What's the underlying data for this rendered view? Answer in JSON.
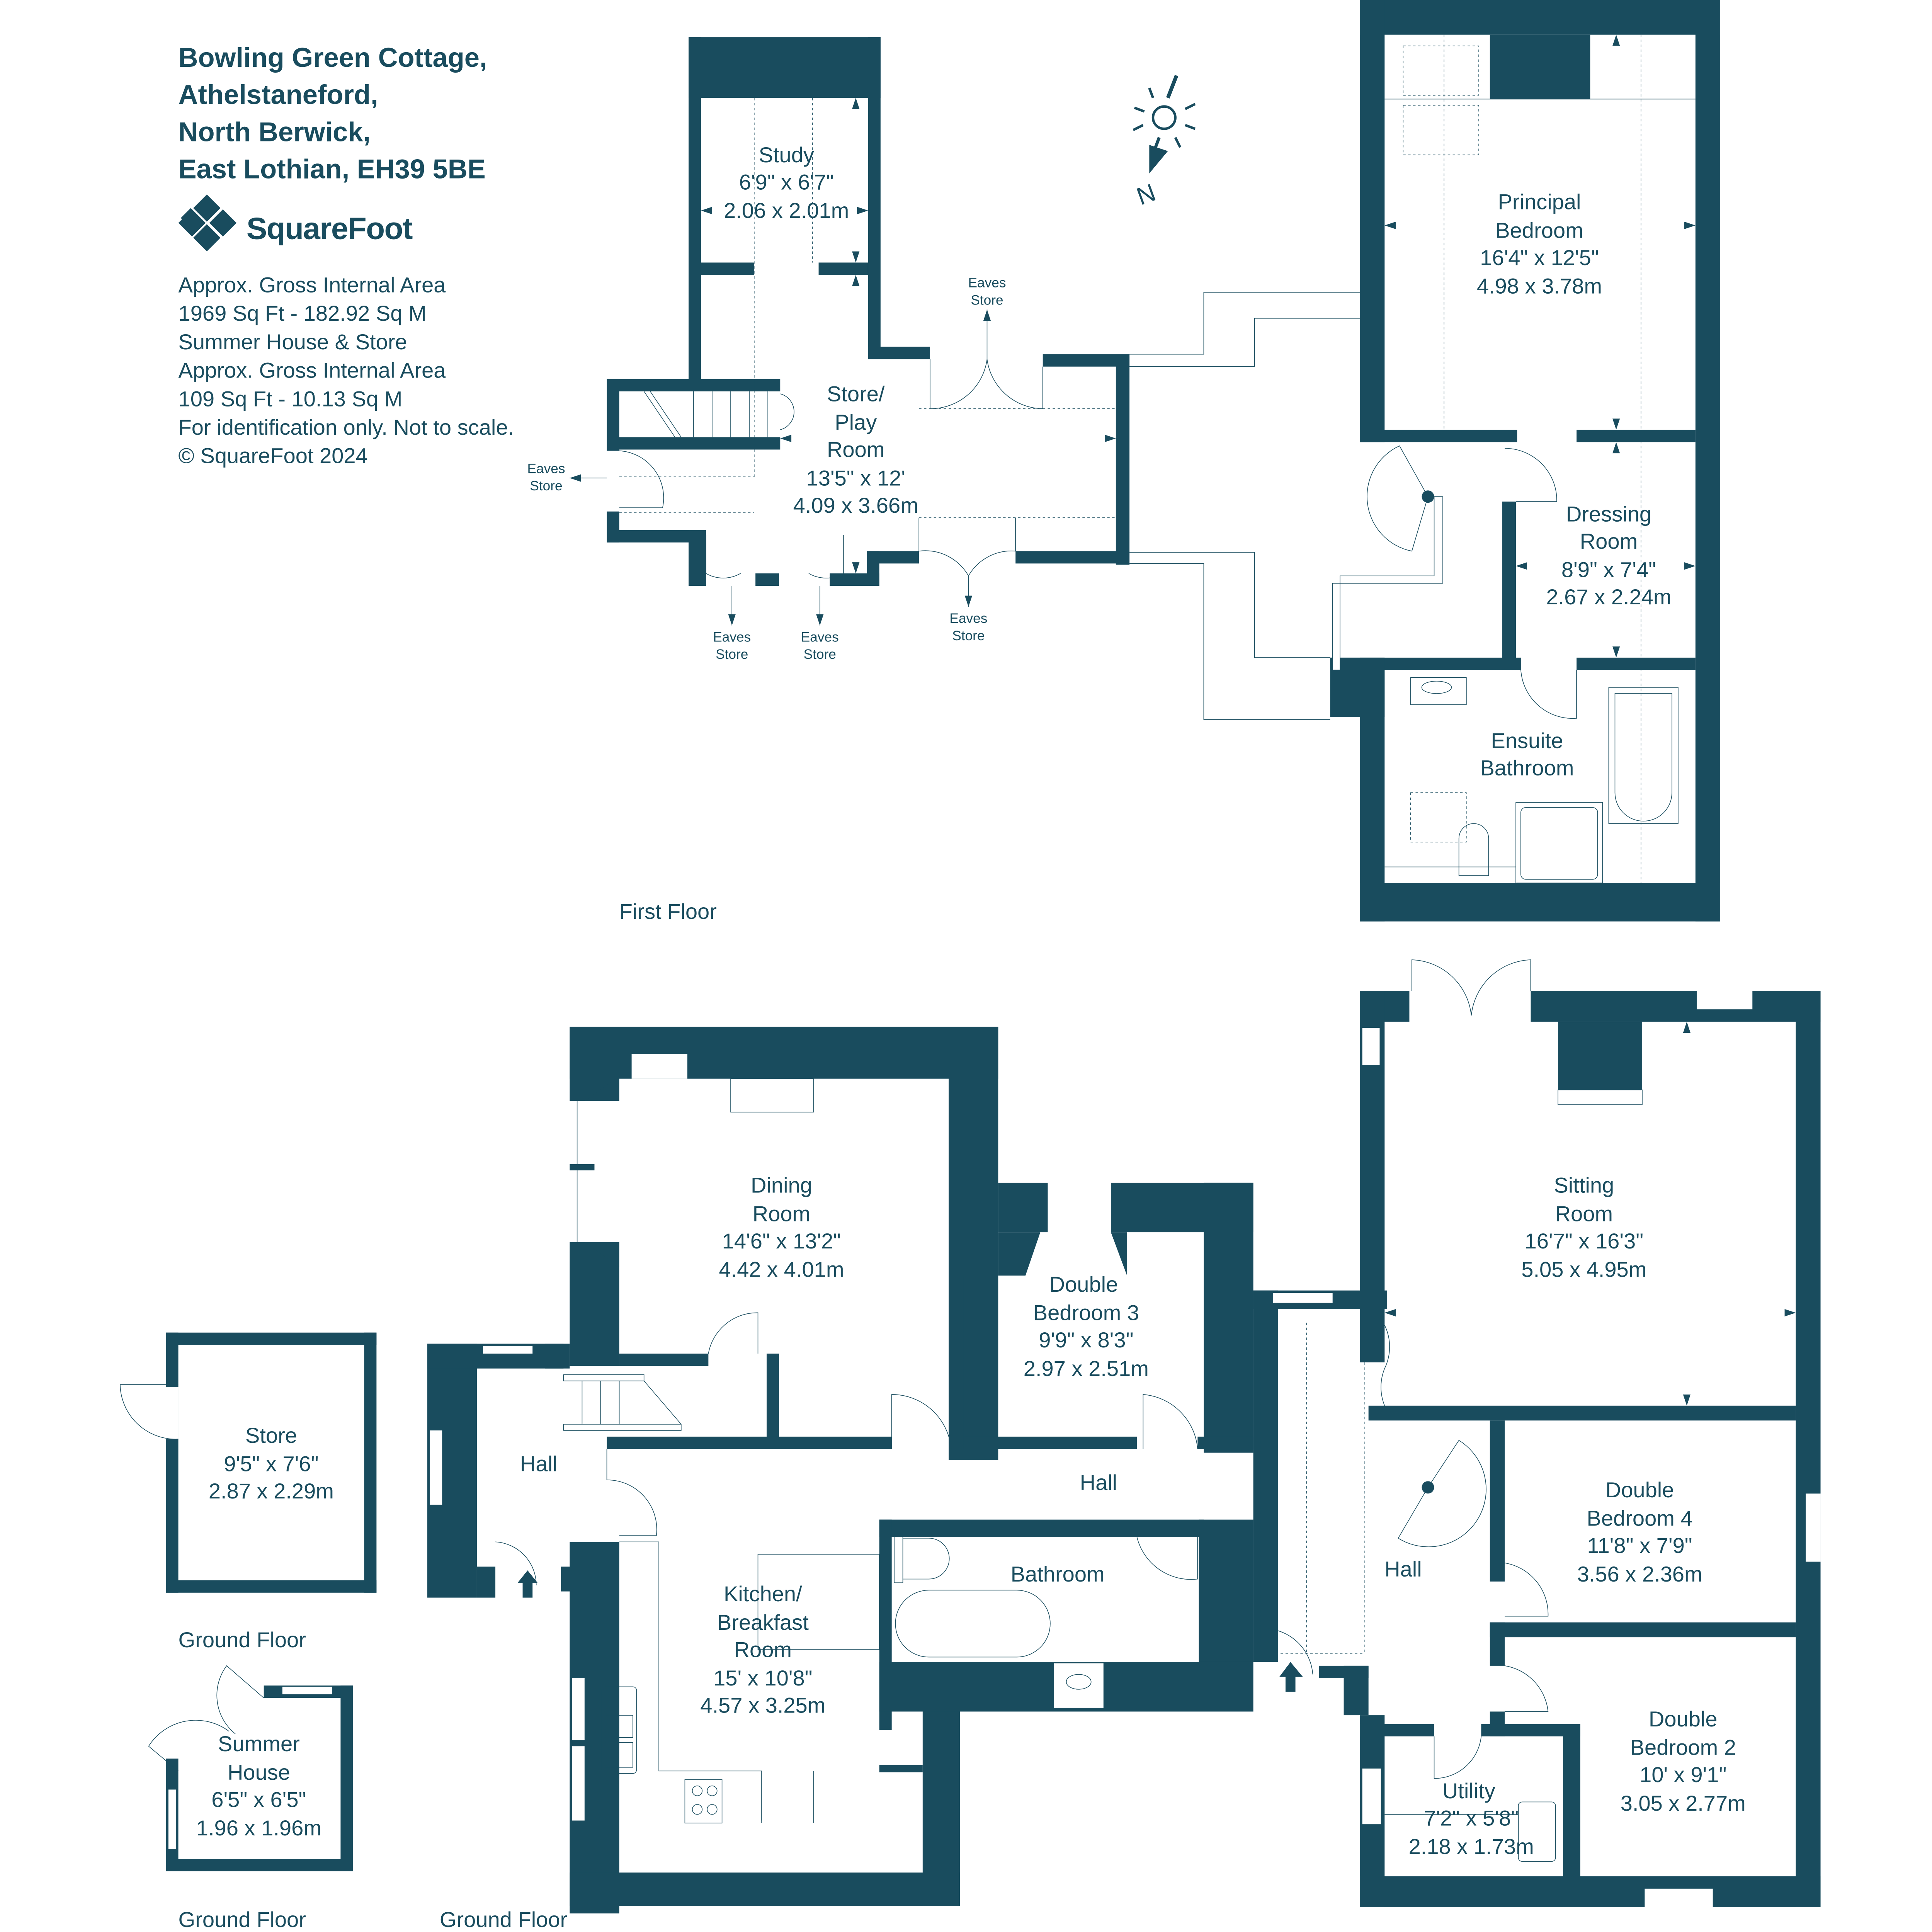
{
  "header": {
    "address_lines": [
      "Bowling Green Cottage,",
      "Athelstaneford,",
      "North Berwick,",
      "East Lothian, EH39 5BE"
    ],
    "brand": "SquareFoot",
    "info_lines": [
      "Approx. Gross Internal Area",
      "1969 Sq Ft  -  182.92 Sq M",
      "Summer House & Store",
      "Approx. Gross Internal Area",
      "109 Sq Ft  -  10.13 Sq M",
      "For identification only. Not to scale.",
      "© SquareFoot 2024"
    ]
  },
  "compass": {
    "label": "N",
    "icon": "north-arrow-sun-icon"
  },
  "colors": {
    "wall": "#194c5e",
    "background": "#ffffff"
  },
  "floors": {
    "first_floor": {
      "label": "First Floor",
      "rooms": [
        {
          "name": [
            "Study"
          ],
          "imperial": "6'9\" x 6'7\"",
          "metric": "2.06 x 2.01m"
        },
        {
          "name": [
            "Store/",
            "Play",
            "Room"
          ],
          "imperial": "13'5\" x 12'",
          "metric": "4.09 x 3.66m"
        },
        {
          "name": [
            "Principal",
            "Bedroom"
          ],
          "imperial": "16'4\" x 12'5\"",
          "metric": "4.98 x 3.78m"
        },
        {
          "name": [
            "Dressing",
            "Room"
          ],
          "imperial": "8'9\" x 7'4\"",
          "metric": "2.67 x 2.24m"
        },
        {
          "name": [
            "Ensuite",
            "Bathroom"
          ]
        }
      ],
      "eaves_stores": [
        {
          "line1": "Eaves",
          "line2": "Store"
        },
        {
          "line1": "Eaves",
          "line2": "Store"
        },
        {
          "line1": "Eaves",
          "line2": "Store"
        },
        {
          "line1": "Eaves",
          "line2": "Store"
        },
        {
          "line1": "Eaves",
          "line2": "Store"
        }
      ]
    },
    "ground_floor": {
      "label": "Ground Floor",
      "rooms": [
        {
          "name": [
            "Dining",
            "Room"
          ],
          "imperial": "14'6\" x 13'2\"",
          "metric": "4.42 x 4.01m"
        },
        {
          "name": [
            "Double",
            "Bedroom 3"
          ],
          "imperial": "9'9\" x 8'3\"",
          "metric": "2.97 x 2.51m"
        },
        {
          "name": [
            "Hall"
          ]
        },
        {
          "name": [
            "Hall"
          ]
        },
        {
          "name": [
            "Kitchen/",
            "Breakfast",
            "Room"
          ],
          "imperial": "15' x 10'8\"",
          "metric": "4.57 x 3.25m"
        },
        {
          "name": [
            "Bathroom"
          ]
        },
        {
          "name": [
            "Sitting",
            "Room"
          ],
          "imperial": "16'7\" x 16'3\"",
          "metric": "5.05 x 4.95m"
        },
        {
          "name": [
            "Hall"
          ]
        },
        {
          "name": [
            "Double",
            "Bedroom 4"
          ],
          "imperial": "11'8\" x 7'9\"",
          "metric": "3.56 x 2.36m"
        },
        {
          "name": [
            "Double",
            "Bedroom 2"
          ],
          "imperial": "10' x 9'1\"",
          "metric": "3.05 x 2.77m"
        },
        {
          "name": [
            "Utility"
          ],
          "imperial": "7'2\" x 5'8\"",
          "metric": "2.18 x 1.73m"
        }
      ]
    },
    "store_building": {
      "label": "Ground Floor",
      "rooms": [
        {
          "name": [
            "Store"
          ],
          "imperial": "9'5\" x 7'6\"",
          "metric": "2.87 x 2.29m"
        }
      ]
    },
    "summer_house": {
      "label": "Ground Floor",
      "rooms": [
        {
          "name": [
            "Summer",
            "House"
          ],
          "imperial": "6'5\" x 6'5\"",
          "metric": "1.96 x 1.96m"
        }
      ]
    }
  }
}
